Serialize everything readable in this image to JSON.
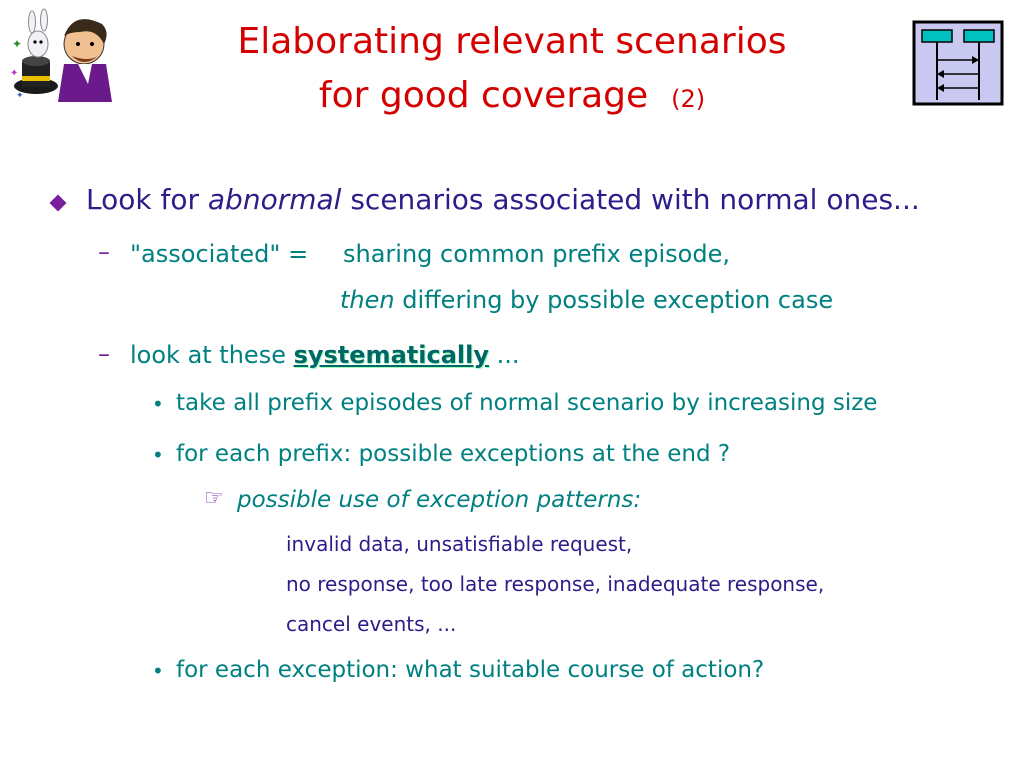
{
  "title": {
    "line1": "Elaborating relevant scenarios",
    "line2_main": "for good coverage",
    "line2_num": "(2)"
  },
  "bullets": {
    "b1": {
      "pre": "Look for ",
      "em": "abnormal",
      "post": " scenarios associated with normal ones..."
    },
    "sub1": {
      "line1_left": "\"associated\" =",
      "line1_right": "sharing common prefix episode,",
      "line2_em": "then",
      "line2_rest": " differing by possible exception case"
    },
    "sub2": {
      "pre": "look at these ",
      "highlight": "systematically",
      "post": " ..."
    },
    "sub2_items": [
      "take all prefix episodes of normal scenario by increasing size",
      "for each prefix:  possible exceptions at the end ?",
      "for each exception:  what suitable course of action?"
    ],
    "patterns": {
      "head": "possible use of exception patterns:",
      "lines": [
        "invalid data, unsatisfiable request,",
        "no response, too late response, inadequate response,",
        "cancel events, ..."
      ]
    }
  },
  "icons": {
    "clipart": "magician-clipart",
    "diagram": "sequence-diagram-icon",
    "pointer": "pointing-hand-icon"
  },
  "colors": {
    "title": "#d40000",
    "main_text": "#2b1d8a",
    "sub_text": "#008080",
    "bullet": "#7a1f9c"
  }
}
